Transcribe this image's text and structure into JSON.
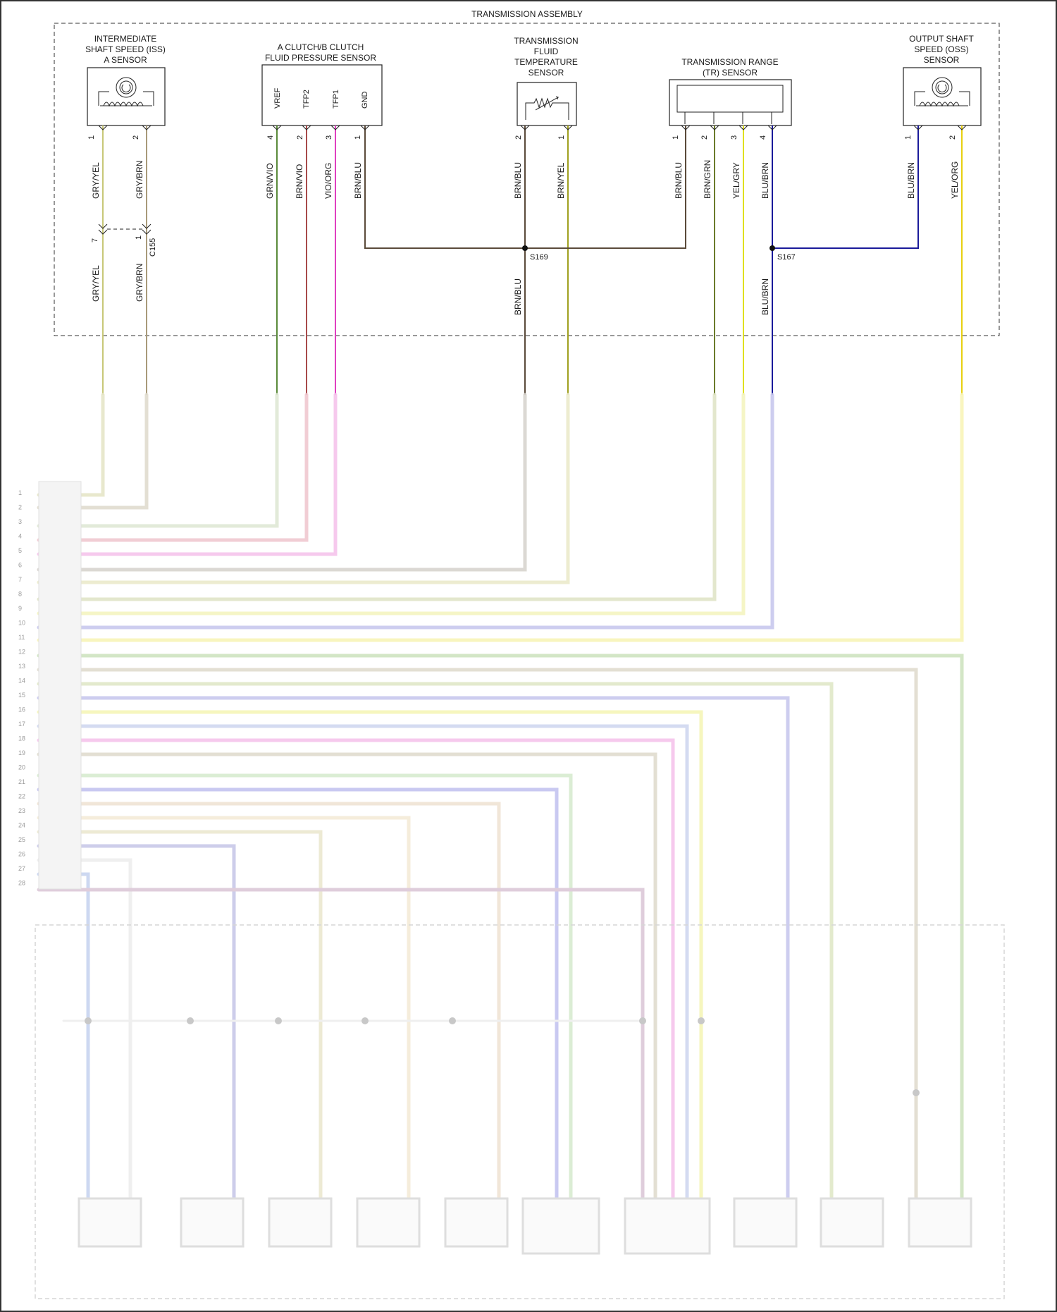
{
  "title": "TRANSMISSION ASSEMBLY",
  "components": {
    "iss": {
      "lines": [
        "INTERMEDIATE",
        "SHAFT SPEED (ISS)",
        "A SENSOR"
      ],
      "pins": [
        "1",
        "2"
      ]
    },
    "fps": {
      "lines": [
        "A CLUTCH/B CLUTCH",
        "FLUID PRESSURE SENSOR"
      ],
      "pin_names": [
        "VREF",
        "TFP2",
        "TFP1",
        "GND"
      ],
      "pins": [
        "4",
        "2",
        "3",
        "1"
      ]
    },
    "tft": {
      "lines": [
        "TRANSMISSION",
        "FLUID",
        "TEMPERATURE",
        "SENSOR"
      ],
      "pins": [
        "2",
        "1"
      ]
    },
    "tr": {
      "lines": [
        "TRANSMISSION RANGE",
        "(TR) SENSOR"
      ],
      "pins": [
        "1",
        "2",
        "3",
        "4"
      ]
    },
    "oss": {
      "lines": [
        "OUTPUT SHAFT",
        "SPEED (OSS)",
        "SENSOR"
      ],
      "pins": [
        "1",
        "2"
      ]
    }
  },
  "wires": {
    "iss_upper": [
      "GRY/YEL",
      "GRY/BRN"
    ],
    "iss_lower": [
      "GRY/YEL",
      "GRY/BRN"
    ],
    "fps": [
      "GRN/VIO",
      "BRN/VIO",
      "VIO/ORG",
      "BRN/BLU"
    ],
    "tft": [
      "BRN/BLU",
      "BRN/YEL"
    ],
    "tr": [
      "BRN/BLU",
      "BRN/GRN",
      "YEL/GRY",
      "BLU/BRN"
    ],
    "oss": [
      "BLU/BRN",
      "YEL/ORG"
    ],
    "s169_lower": "BRN/BLU",
    "s167_lower": "BLU/BRN"
  },
  "connector": {
    "name": "C155",
    "pins": [
      "7",
      "1"
    ]
  },
  "splices": {
    "s169": "S169",
    "s167": "S167"
  },
  "colors": {
    "gry_yel": "#c8c878",
    "gry_brn": "#a89a7a",
    "grn_vio": "#5a8a3a",
    "brn_vio": "#a84a4a",
    "vio_org": "#e040c0",
    "brn_blu": "#5a4a3a",
    "brn_yel": "#a0a020",
    "brn_grn": "#6a7a2a",
    "yel_gry": "#e0e020",
    "blu_brn": "#1a1a9a",
    "yel_org": "#e8d010",
    "frame": "#222222"
  },
  "lower_section": {
    "pin_numbers": [
      "1",
      "2",
      "3",
      "4",
      "5",
      "6",
      "7",
      "8",
      "9",
      "10",
      "11",
      "12",
      "13",
      "14",
      "15",
      "16",
      "17",
      "18",
      "19",
      "20",
      "21",
      "22",
      "23",
      "24",
      "25",
      "26",
      "27",
      "28"
    ]
  }
}
